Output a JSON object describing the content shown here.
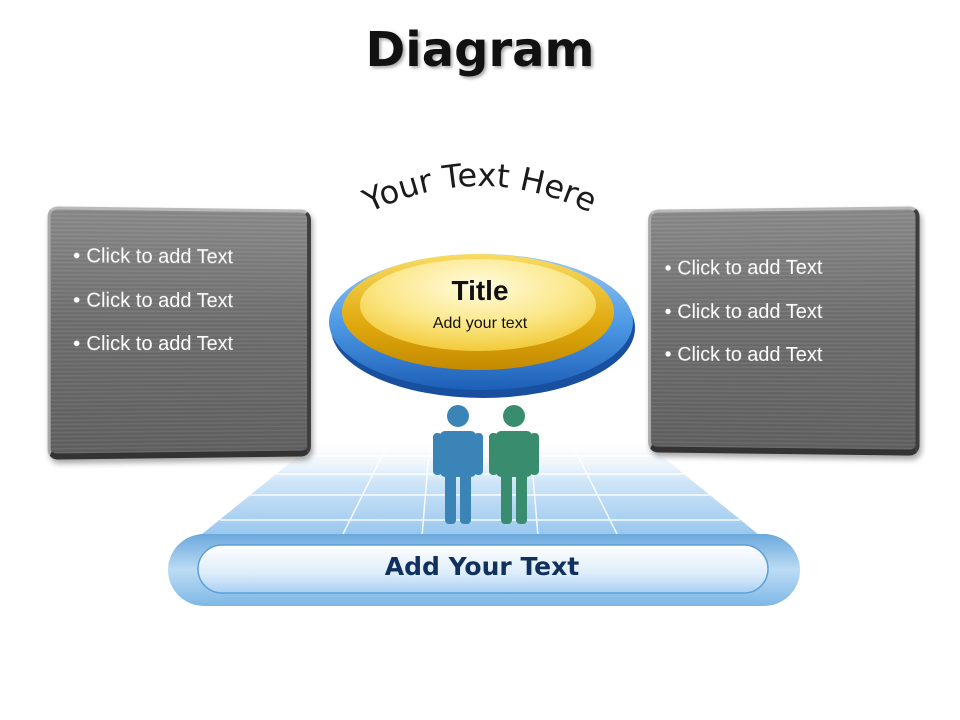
{
  "title": "Diagram",
  "arc_text": "Your Text Here",
  "hub": {
    "title": "Title",
    "subtitle": "Add your text"
  },
  "left_panel": {
    "items": [
      "Click to add Text",
      "Click to add Text",
      "Click to add Text"
    ]
  },
  "right_panel": {
    "items": [
      "Click to add Text",
      "Click to add Text",
      "Click to add Text"
    ]
  },
  "bottom_bar": {
    "label": "Add Your Text"
  },
  "colors": {
    "hub_gold": "#f2c12e",
    "hub_blue": "#3f8fe0",
    "person_blue": "#3a84b8",
    "person_green": "#3a8c6f",
    "floor_blue": "#a9d0f0",
    "bar_blue": "#8ec2ea",
    "panel_gray": "#6f6f6f"
  }
}
